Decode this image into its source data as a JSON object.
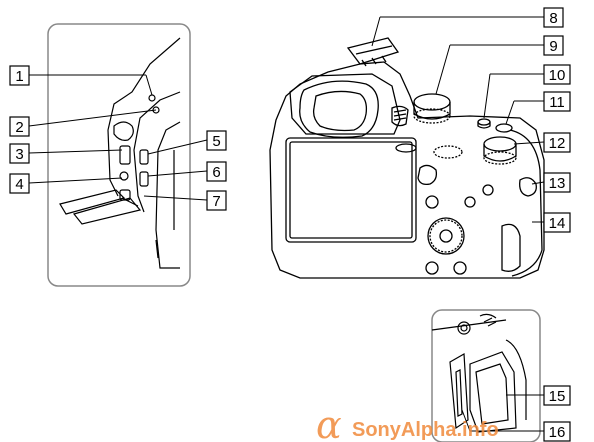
{
  "callouts": [
    "1",
    "2",
    "3",
    "4",
    "5",
    "6",
    "7",
    "8",
    "9",
    "10",
    "11",
    "12",
    "13",
    "14",
    "15",
    "16"
  ],
  "watermark": {
    "symbol": "α",
    "text": "SonyAlpha.info",
    "color": "#f08a3c"
  }
}
